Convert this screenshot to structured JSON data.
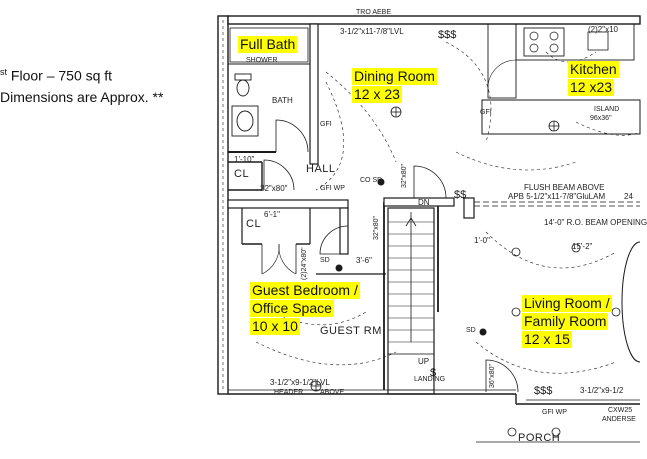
{
  "sidebar": {
    "floor_sup": "st",
    "floor_text": "Floor – 750 sq ft",
    "note": "Dimensions are Approx. **"
  },
  "rooms": {
    "full_bath": "Full Bath",
    "dining_name": "Dining Room",
    "dining_size": "12 x 23",
    "kitchen_name": "Kitchen",
    "kitchen_size": "12 x23",
    "guest_line1": "Guest Bedroom /",
    "guest_line2": "Office Space",
    "guest_size": "10 x 10",
    "living_line1": "Living Room /",
    "living_line2": "Family Room",
    "living_size": "12 x 15"
  },
  "plan_labels": {
    "top_beam": "3-1/2\"x11-7/8\"LVL",
    "top_right": "(2)2\"x10",
    "shower": "SHOWER",
    "bath": "BATH",
    "island": "ISLAND",
    "island_size": "96x36\"",
    "hall": "HALL",
    "cl1": "CL",
    "cl2": "CL",
    "dim_1_10": "1'-10\"",
    "door_32x80_a": "32\"x80\"",
    "door_32x80_b": "32\"x80\"",
    "door_32x80_c": "32\"x80\"",
    "door_2_24x80": "(2)24\"x80\"",
    "dim_6_1": "6'-1\"",
    "dim_3_6": "3'-6\"",
    "dim_1_0": "1'-0\"",
    "dim_14_0": "14'-0\" R.O. BEAM OPENING",
    "dim_15_2": "15'-2\"",
    "flush_beam": "FLUSH BEAM ABOVE",
    "apb": "APB 5-1/2\"x11-7/8\"GluLAM",
    "apb_24": "24",
    "dn": "DN",
    "up": "UP",
    "landing": "LANDING",
    "door_36x80": "36\"x80\"",
    "guest_rm": "GUEST RM",
    "header_beam": "3-1/2\"x9-1/2\"LVL",
    "header_above": "HEADER",
    "header_above2": "ABOVE",
    "right_beam": "3-1/2\"x9-1/2",
    "cxw25": "CXW25",
    "andersen": "ANDERSE",
    "porch": "PORCH",
    "gfi": "GFI",
    "gfi_wp": "GFI WP",
    "sd": "SD",
    "co_sd": "CO SD",
    "top_cut": "TRO AEBE"
  }
}
